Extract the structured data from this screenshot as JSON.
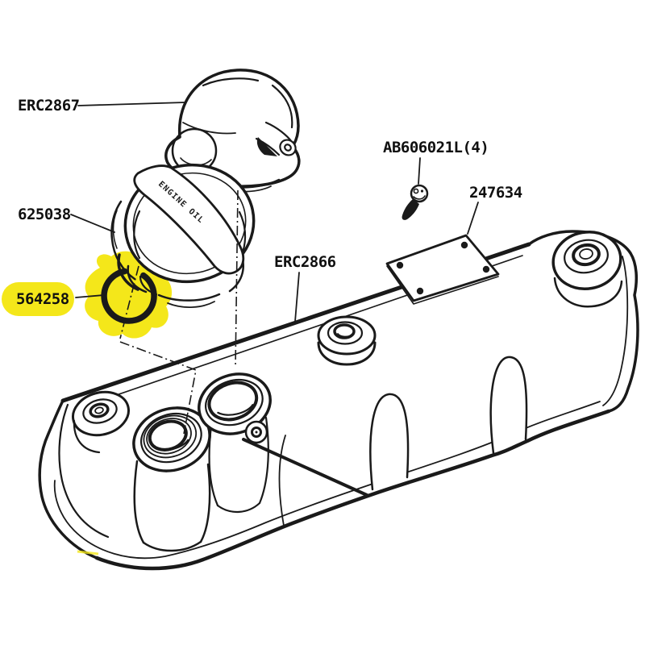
{
  "canvas": {
    "background": "#ffffff",
    "line_color": "#1a1a1a"
  },
  "highlight": {
    "color": "#f4e71a",
    "highlighted_part": "564258"
  },
  "parts": [
    {
      "label": "ERC2867",
      "name": "breather cap",
      "highlighted": false
    },
    {
      "label": "625038",
      "name": "oil filler cap",
      "embossed_text": "ENGINE OIL",
      "highlighted": false
    },
    {
      "label": "564258",
      "name": "o-ring seal",
      "highlighted": true
    },
    {
      "label": "AB606021L(4)",
      "name": "screws",
      "highlighted": false
    },
    {
      "label": "247634",
      "name": "plate",
      "highlighted": false
    },
    {
      "label": "ERC2866",
      "name": "rocker cover",
      "highlighted": false
    }
  ]
}
